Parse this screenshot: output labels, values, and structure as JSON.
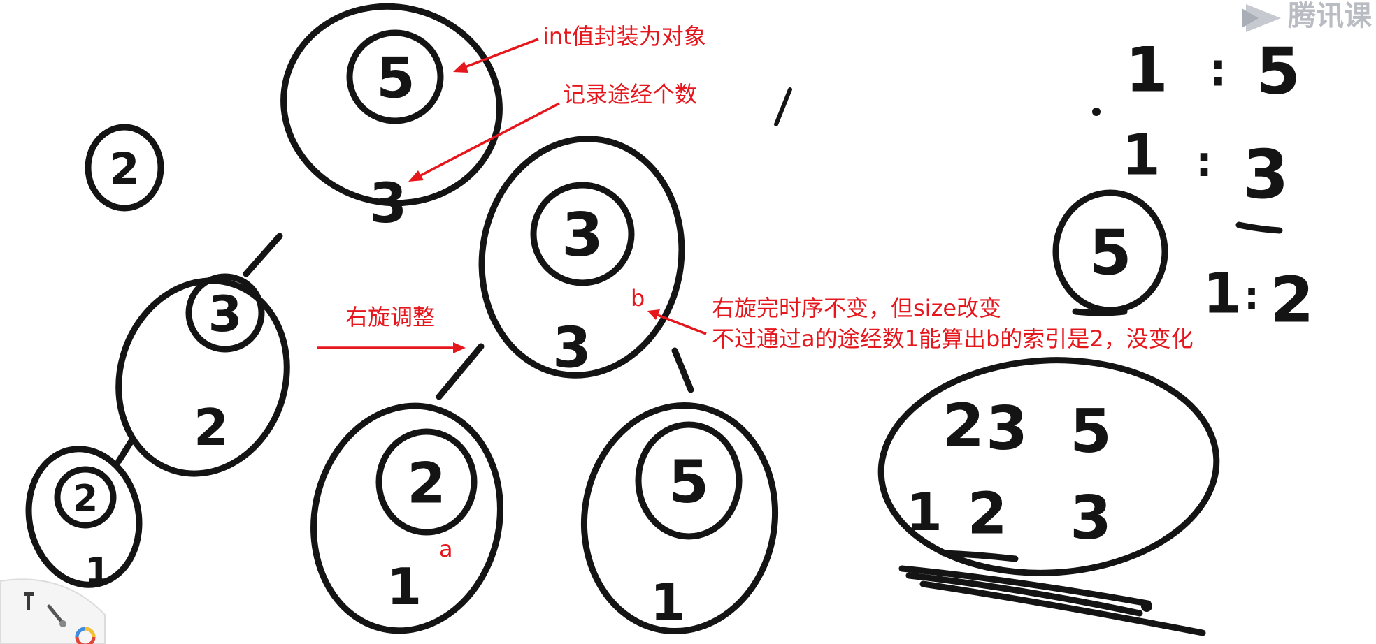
{
  "watermark": {
    "brand": "腾讯课",
    "icon": "play-logo-icon"
  },
  "annotations": {
    "int_wrapped": "int值封装为对象",
    "path_count": "记录途经个数",
    "right_rotate": "右旋调整",
    "node_b_label": "b",
    "node_a_label": "a",
    "explain_line1": "右旋完时序不变，但size改变",
    "explain_line2": "不过通过a的途经数1能算出b的索引是2，没变化"
  },
  "tree_before": {
    "root": {
      "value": "5",
      "count": "3"
    },
    "left": {
      "value": "3",
      "count": "2"
    },
    "left_left": {
      "value": "2",
      "count": "1"
    },
    "detached": {
      "value": "2"
    }
  },
  "tree_after": {
    "root": {
      "value": "3",
      "count": "3"
    },
    "left": {
      "value": "2",
      "count": "1"
    },
    "right": {
      "value": "5",
      "count": "1"
    }
  },
  "right_notes": {
    "row1_left": "1",
    "row1_right": "5",
    "row2_left": "1",
    "row2_right": "3",
    "row3_left": "1",
    "row3_right": "2",
    "small_node": "5",
    "array_values": [
      "2",
      "3",
      "5"
    ],
    "array_counts": [
      "1",
      "2",
      "3"
    ]
  },
  "toolbar": {
    "hammer_icon": "hammer-icon",
    "brush_icon": "brush-icon",
    "color_icon": "color-wheel-icon"
  }
}
